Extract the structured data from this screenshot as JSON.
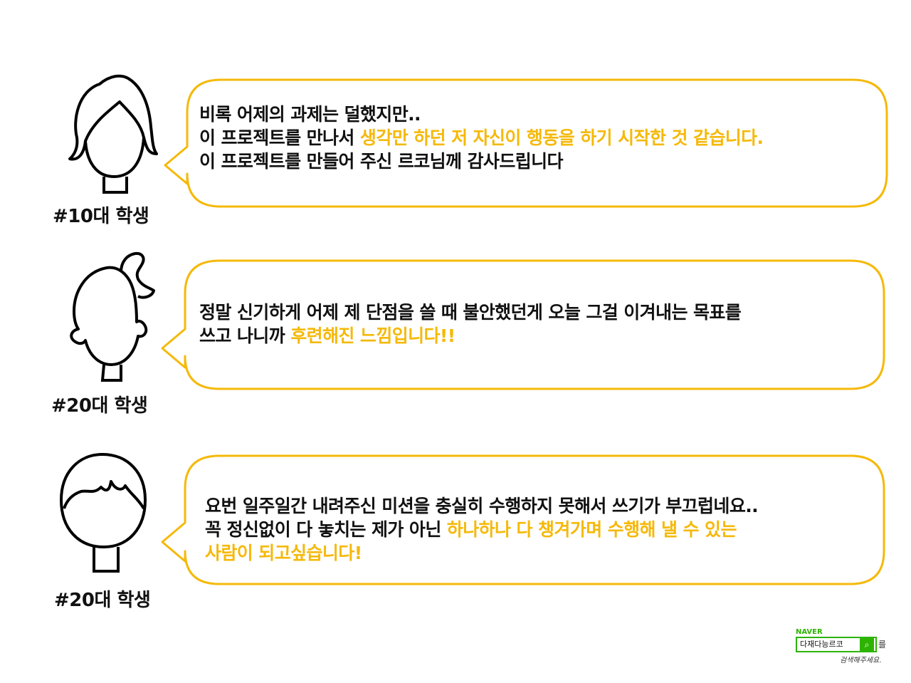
{
  "testimonials": [
    {
      "label": "#10대 학생",
      "lines": [
        [
          {
            "t": "비록 어제의 과제는 덜했지만..",
            "h": false
          }
        ],
        [
          {
            "t": "이 프로젝트를 만나서 ",
            "h": false
          },
          {
            "t": "생각만 하던 저 자신이 행동을 하기 시작한 것 같습니다.",
            "h": true
          }
        ],
        [
          {
            "t": "이 프로젝트를 만들어 주신 르코님께 감사드립니다",
            "h": false
          }
        ]
      ]
    },
    {
      "label": "#20대 학생",
      "lines": [
        [
          {
            "t": "정말 신기하게 어제 제 단점을 쓸 때 불안했던게 오늘 그걸 이겨내는 목표를",
            "h": false
          }
        ],
        [
          {
            "t": "쓰고 나니까 ",
            "h": false
          },
          {
            "t": "후련해진 느낌입니다!!",
            "h": true
          }
        ]
      ]
    },
    {
      "label": "#20대 학생",
      "lines": [
        [
          {
            "t": "요번 일주일간 내려주신 미션을 충실히 수행하지 못해서 쓰기가 부끄럽네요..",
            "h": false
          }
        ],
        [
          {
            "t": "꼭 정신없이 다 놓치는 제가 아닌 ",
            "h": false
          },
          {
            "t": "하나하나 다 챙겨가며 수행해 낼 수 있는",
            "h": true
          }
        ],
        [
          {
            "t": "사람이 되고싶습니다!",
            "h": true
          }
        ]
      ]
    }
  ],
  "logo": {
    "brand": "NAVER",
    "search_text": "다재다능르코",
    "search_icon": "magnifier-icon",
    "side_text": "를",
    "caption": "검색해주세요."
  },
  "colors": {
    "accent": "#F5B90A",
    "text": "#111111",
    "naver_green": "#2DB400"
  }
}
